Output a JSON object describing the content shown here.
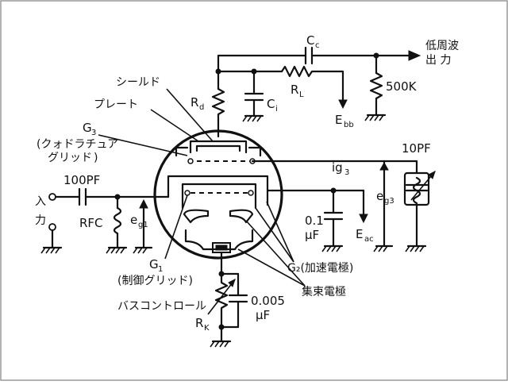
{
  "labels": {
    "cc": "C",
    "cc_sub": "c",
    "out_line1": "低周波",
    "out_line2": "出 力",
    "shield": "シールド",
    "plate": "プレート",
    "rd": "R",
    "rd_sub": "d",
    "ci": "C",
    "ci_sub": "i",
    "rl": "R",
    "rl_sub": "L",
    "r500k": "500K",
    "ebb": "E",
    "ebb_sub": "bb",
    "g3": "G",
    "g3_sub": "3",
    "g3_desc1": "(クォドラチュア",
    "g3_desc2": "グリッド",
    "c10pf": "10PF",
    "ig3": "ig",
    "ig3_sub": "3",
    "eg3": "e",
    "eg3_sub": "g3",
    "c100pf": "100PF",
    "in_line1": "入",
    "in_line2": "力",
    "rfc": "RFC",
    "eg1": "e",
    "eg1_sub": "g1",
    "c01_line1": "0.1",
    "c01_line2": "μF",
    "eac": "E",
    "eac_sub": "ac",
    "g1": "G",
    "g1_sub": "1",
    "g1_desc": "(制御グリッド)",
    "g2_desc": "G₂(加速電極)",
    "beam_desc": "集束電極",
    "bias_desc": "バスコントロール",
    "rk": "R",
    "rk_sub": "K",
    "c0005_line1": "0.005",
    "c0005_line2": "μF"
  }
}
